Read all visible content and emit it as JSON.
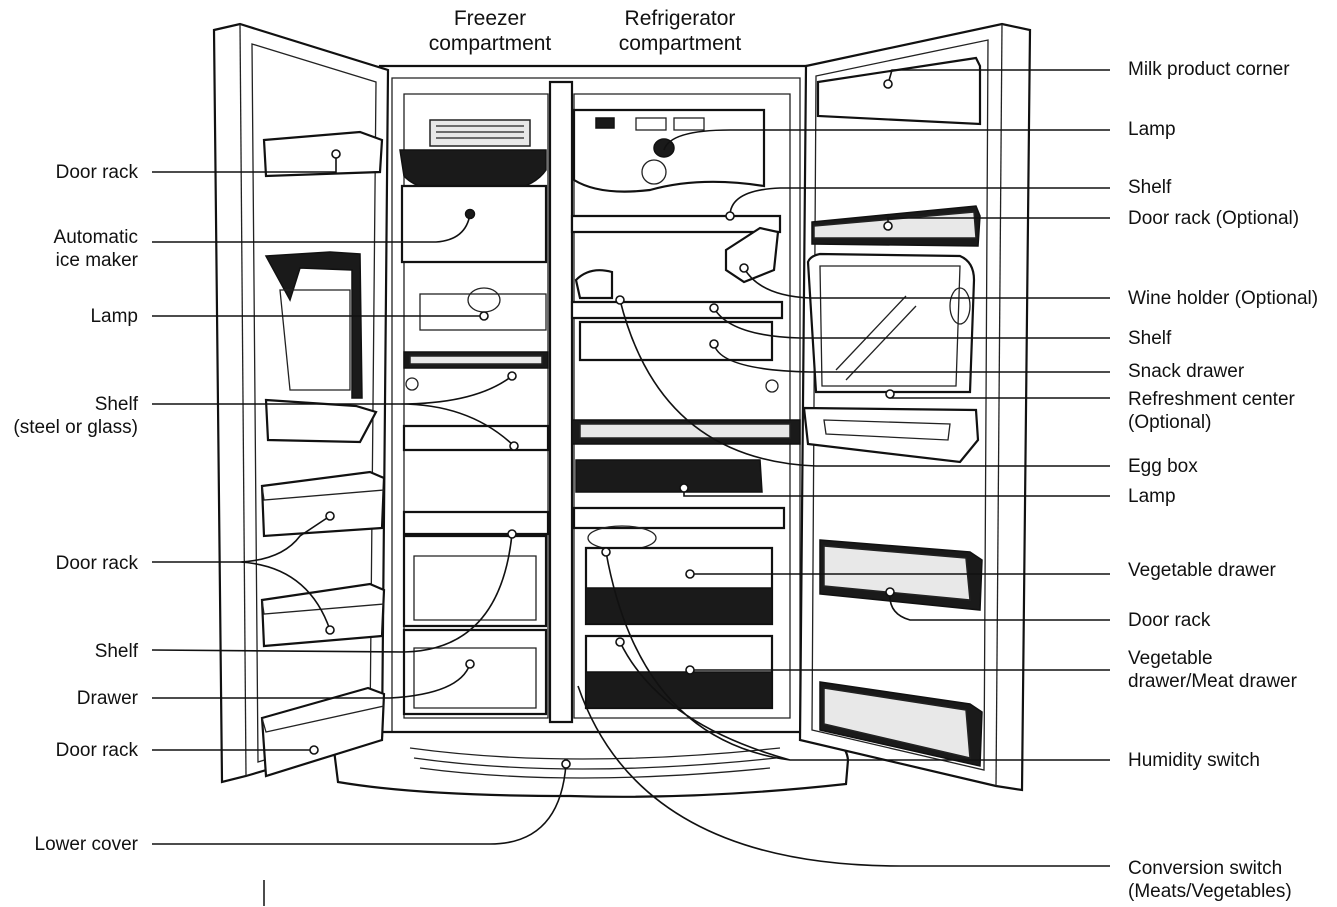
{
  "headings": {
    "freezer": "Freezer\ncompartment",
    "refrigerator": "Refrigerator\ncompartment"
  },
  "left_labels": {
    "door_rack_1": "Door rack",
    "automatic_ice_maker": "Automatic\nice maker",
    "lamp": "Lamp",
    "shelf_steel_glass": "Shelf\n(steel or glass)",
    "door_rack_2": "Door rack",
    "shelf": "Shelf",
    "drawer": "Drawer",
    "door_rack_3": "Door rack",
    "lower_cover": "Lower cover"
  },
  "right_labels": {
    "milk_product_corner": "Milk product corner",
    "lamp_1": "Lamp",
    "shelf_1": "Shelf",
    "door_rack_optional": "Door rack (Optional)",
    "wine_holder_optional": "Wine holder (Optional)",
    "shelf_2": "Shelf",
    "snack_drawer": "Snack drawer",
    "refreshment_center": "Refreshment center\n(Optional)",
    "egg_box": "Egg box",
    "lamp_2": "Lamp",
    "vegetable_drawer": "Vegetable drawer",
    "door_rack": "Door rack",
    "vegetable_meat_drawer": "Vegetable\ndrawer/Meat drawer",
    "humidity_switch": "Humidity switch",
    "conversion_switch": "Conversion switch\n(Meats/Vegetables)"
  }
}
